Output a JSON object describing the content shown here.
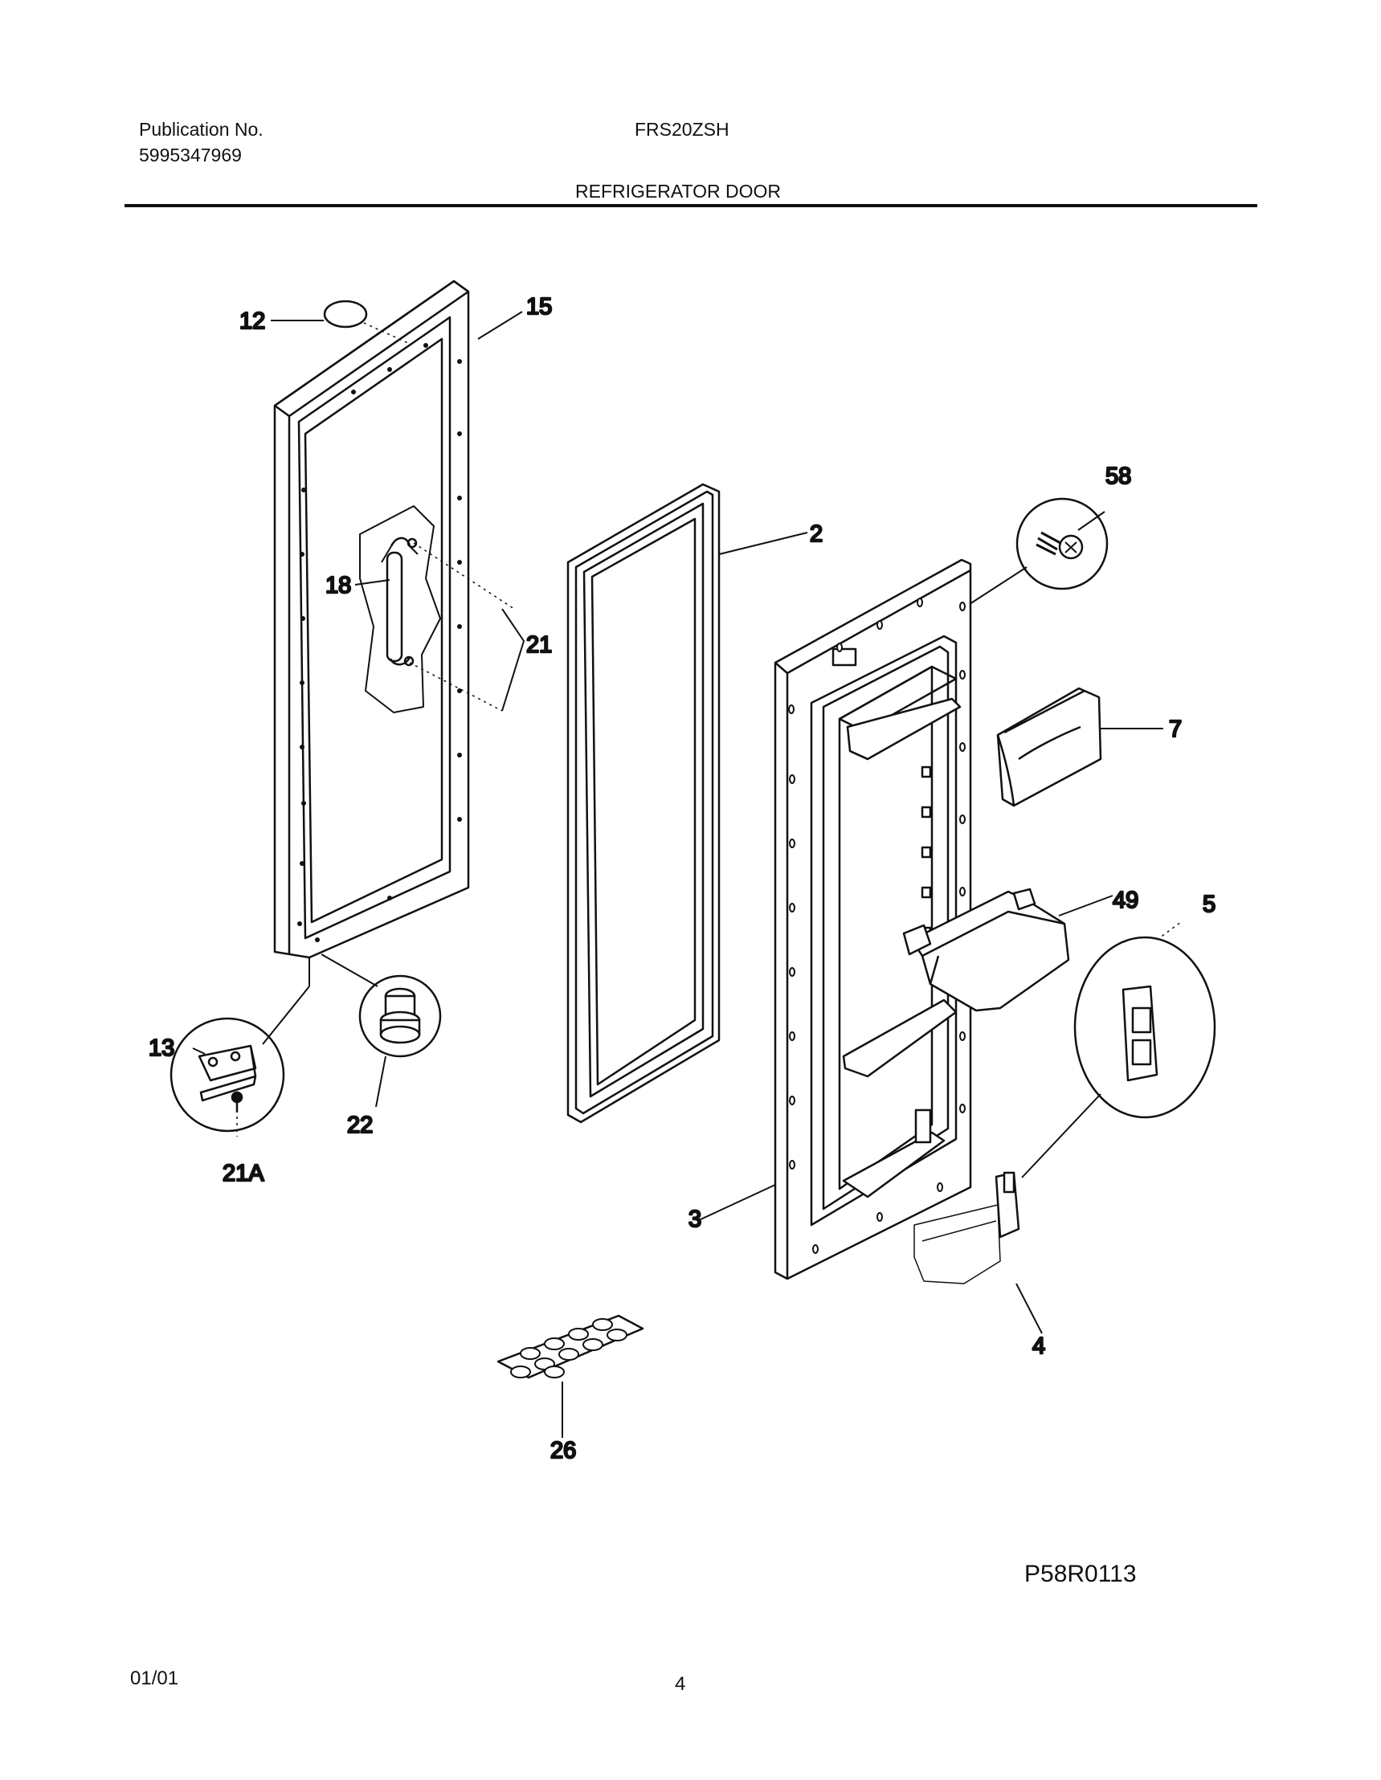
{
  "header": {
    "publication_label": "Publication No.",
    "publication_number": "5995347969",
    "model": "FRS20ZSH",
    "section_title": "REFRIGERATOR DOOR"
  },
  "callouts": {
    "c12": "12",
    "c15": "15",
    "c18": "18",
    "c21": "21",
    "c2": "2",
    "c58": "58",
    "c7": "7",
    "c49": "49",
    "c5": "5",
    "c13": "13",
    "c22": "22",
    "c21a": "21A",
    "c3": "3",
    "c4": "4",
    "c26": "26"
  },
  "footer": {
    "figure_code": "P58R0113",
    "date": "01/01",
    "page_number": "4"
  }
}
